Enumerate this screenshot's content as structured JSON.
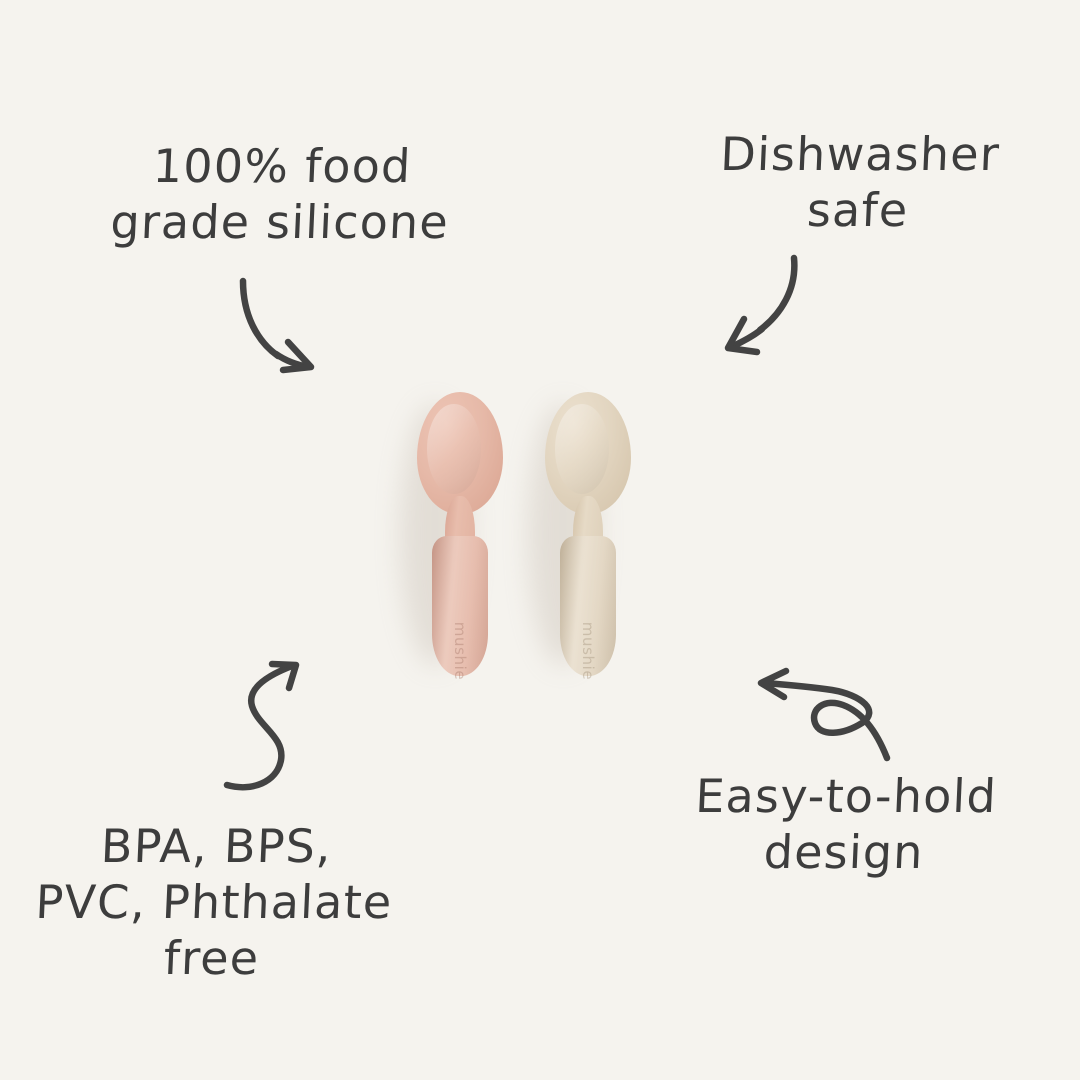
{
  "background_color": "#f5f3ee",
  "text_color": "#3d3d3d",
  "captions": {
    "top_left": {
      "text": "100% food\ngrade silicone"
    },
    "top_right": {
      "text": "Dishwasher\nsafe"
    },
    "bottom_left": {
      "text": "BPA, BPS,\nPVC, Phthalate\nfree"
    },
    "bottom_right": {
      "text": "Easy-to-hold\ndesign"
    }
  },
  "arrows": {
    "top_left": {
      "name": "curved-arrow-down-right"
    },
    "top_right": {
      "name": "curved-arrow-down-left"
    },
    "bottom_left": {
      "name": "s-curve-arrow-up-right"
    },
    "bottom_right": {
      "name": "looped-arrow-up-left"
    }
  },
  "product": {
    "name": "silicone baby spoons",
    "spoons": [
      {
        "color_name": "blush",
        "color": "#e3b3a2",
        "bowl_color": "#e6b9a8",
        "handle_color": "#e0ae9d",
        "emboss_text": "mushie"
      },
      {
        "color_name": "vanilla",
        "color": "#ded0ba",
        "bowl_color": "#e2d5c0",
        "handle_color": "#dacbb4",
        "emboss_text": "mushie"
      }
    ]
  }
}
